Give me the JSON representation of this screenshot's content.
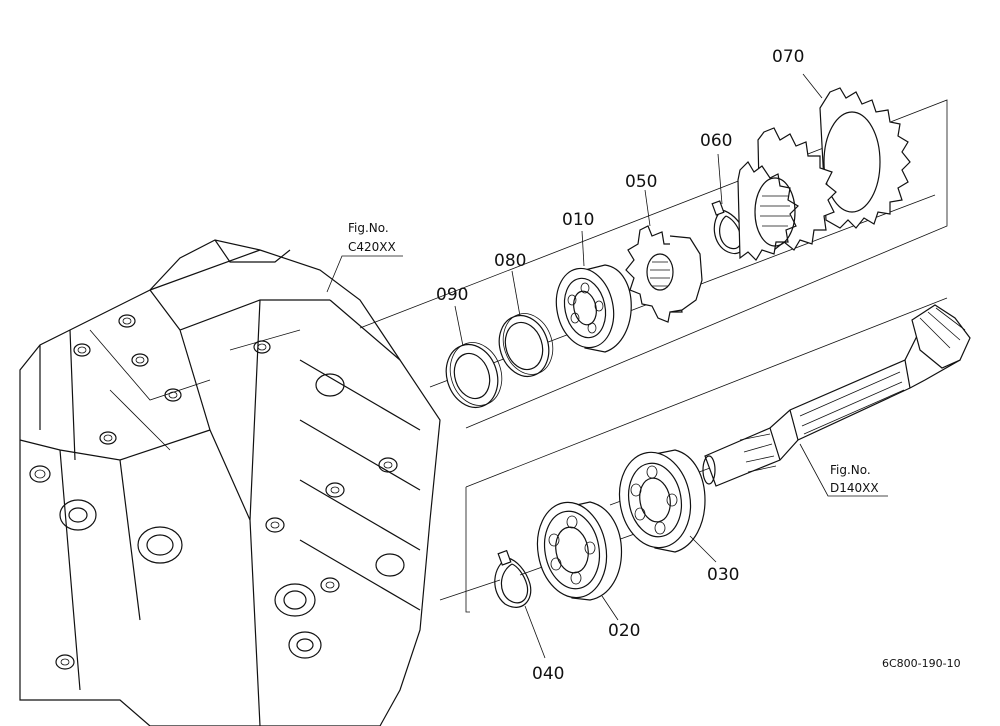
{
  "parts": [
    {
      "id": "p070",
      "label": "070"
    },
    {
      "id": "p060",
      "label": "060"
    },
    {
      "id": "p050",
      "label": "050"
    },
    {
      "id": "p010",
      "label": "010"
    },
    {
      "id": "p080",
      "label": "080"
    },
    {
      "id": "p090",
      "label": "090"
    },
    {
      "id": "p030",
      "label": "030"
    },
    {
      "id": "p020",
      "label": "020"
    },
    {
      "id": "p040",
      "label": "040"
    }
  ],
  "fig_refs": {
    "housing": {
      "line1": "Fig.No.",
      "line2": "C420XX"
    },
    "shaft": {
      "line1": "Fig.No.",
      "line2": "D140XX"
    }
  },
  "drawing_code": "6C800-190-10"
}
